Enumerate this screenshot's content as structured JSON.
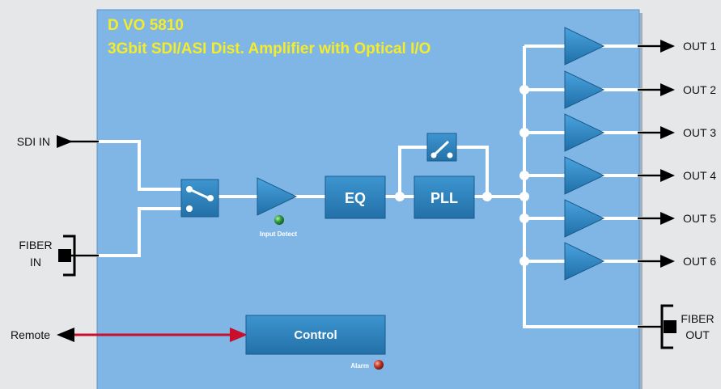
{
  "title": {
    "model": "D VO 5810",
    "description": "3Gbit SDI/ASI Dist. Amplifier with Optical I/O"
  },
  "inputs": {
    "sdi_in": "SDI IN",
    "fiber_in_line1": "FIBER",
    "fiber_in_line2": "IN"
  },
  "remote": "Remote",
  "blocks": {
    "eq": "EQ",
    "pll": "PLL",
    "control": "Control"
  },
  "indicators": {
    "input_detect": "Input Detect",
    "alarm": "Alarm"
  },
  "outputs": [
    "OUT 1",
    "OUT 2",
    "OUT 3",
    "OUT 4",
    "OUT 5",
    "OUT 6"
  ],
  "fiber_out": {
    "line1": "FIBER",
    "line2": "OUT"
  },
  "colors": {
    "panel": "#7fb6e6",
    "block": "#2f86c2",
    "signal_line": "#ffffff",
    "remote_line": "#c8102e",
    "title": "#f4ec2a",
    "input_detect_led": "#2e9a3a",
    "alarm_led": "#c0392b"
  }
}
